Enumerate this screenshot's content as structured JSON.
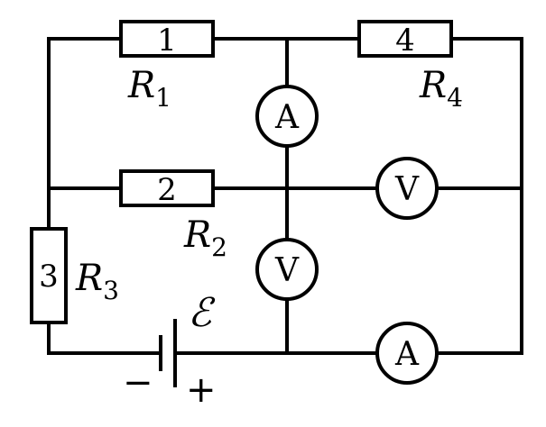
{
  "resistors": {
    "r1": {
      "number": "1",
      "symbol": "R",
      "subscript": "1"
    },
    "r2": {
      "number": "2",
      "symbol": "R",
      "subscript": "2"
    },
    "r3": {
      "number": "3",
      "symbol": "R",
      "subscript": "3"
    },
    "r4": {
      "number": "4",
      "symbol": "R",
      "subscript": "4"
    }
  },
  "meters": {
    "ammeter_top": "A",
    "ammeter_bottom": "A",
    "voltmeter_middle": "V",
    "voltmeter_right": "V"
  },
  "battery": {
    "emf_symbol": "ℰ",
    "negative_sign": "−",
    "positive_sign": "+"
  }
}
